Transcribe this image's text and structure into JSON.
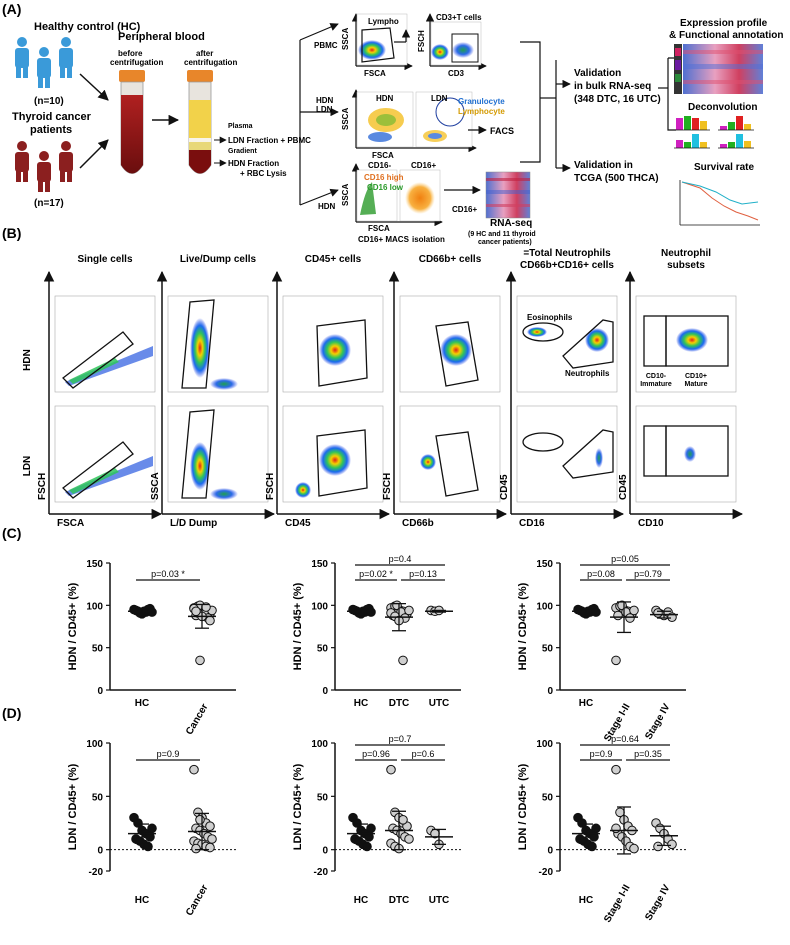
{
  "panel_labels": {
    "a": "(A)",
    "b": "(B)",
    "c": "(C)",
    "d": "(D)"
  },
  "panel_a": {
    "hc_label": "Healthy control (HC)",
    "hc_n": "(n=10)",
    "tc_label_line1": "Thyroid cancer",
    "tc_label_line2": "patients",
    "tc_n": "(n=17)",
    "blood_title": "Peripheral blood",
    "before": "before centrifugation",
    "before_l1": "before",
    "before_l2": "centrifugation",
    "after_l1": "after",
    "after_l2": "centrifugation",
    "plasma": "Plasma",
    "ldn_fraction": "LDN Fraction + PBMC",
    "gradient": "Gradient",
    "hdn_fraction_l1": "HDN Fraction",
    "hdn_fraction_l2": "+ RBC Lysis",
    "pbmc": "PBMC",
    "lympho": "Lympho",
    "cd3t": "CD3+T cells",
    "ssca": "SSCA",
    "fsca": "FSCA",
    "fsch": "FSCH",
    "cd3": "CD3",
    "hdn": "HDN",
    "ldn": "LDN",
    "granulocyte": "Granulocyte",
    "lymphocyte": "Lymphocyte",
    "facs": "FACS",
    "cd16neg": "CD16-",
    "cd16pos": "CD16+",
    "cd16high": "CD16 high",
    "cd16low": "CD16 low",
    "cd16macs": "CD16+ MACS",
    "isolation": "isolation",
    "rnaseq": "RNA-seq",
    "rnaseq_sub1": "(9 HC and 11 thyroid",
    "rnaseq_sub2": "cancer patients)",
    "val_bulk_l1": "Validation",
    "val_bulk_l2": "in bulk RNA-seq",
    "val_bulk_l3": "(348 DTC, 16 UTC)",
    "val_tcga_l1": "Validation in",
    "val_tcga_l2": "TCGA (500 THCA)",
    "expr_l1": "Expression profile",
    "expr_l2": "& Functional annotation",
    "deconvolution": "Deconvolution",
    "survival": "Survival rate",
    "colors": {
      "hc_person": "#3a9ad9",
      "tc_person": "#8b1f1f",
      "granulocyte": "#1f6fd1",
      "lymphocyte": "#d49a00",
      "cd16high": "#e07020",
      "cd16low": "#2a9a2a"
    }
  },
  "panel_b": {
    "columns": [
      {
        "title_l1": "",
        "title_l2": "Single cells",
        "xlabel": "FSCA",
        "ylabel": "FSCH"
      },
      {
        "title_l1": "",
        "title_l2": "Live/Dump cells",
        "xlabel": "L/D Dump",
        "ylabel": "SSCA"
      },
      {
        "title_l1": "",
        "title_l2": "CD45+ cells",
        "xlabel": "CD45",
        "ylabel": "FSCH"
      },
      {
        "title_l1": "",
        "title_l2": "CD66b+ cells",
        "xlabel": "CD66b",
        "ylabel": "FSCH"
      },
      {
        "title_l1": "=Total Neutrophils",
        "title_l2": "CD66b+CD16+ cells",
        "xlabel": "CD16",
        "ylabel": "CD45"
      },
      {
        "title_l1": "Neutrophil",
        "title_l2": "subsets",
        "xlabel": "CD10",
        "ylabel": "CD45"
      }
    ],
    "row_labels": [
      "HDN",
      "LDN"
    ],
    "eosinophils": "Eosinophils",
    "neutrophils": "Neutrophils",
    "cd10_immature_l1": "CD10-",
    "cd10_immature_l2": "Immature",
    "cd10_mature_l1": "CD10+",
    "cd10_mature_l2": "Mature"
  },
  "chart_data": [
    {
      "type": "scatter",
      "panel": "C1",
      "ylabel": "HDN / CD45+ (%)",
      "ylim": [
        0,
        150
      ],
      "yticks": [
        "0",
        "50",
        "100",
        "150"
      ],
      "categories": [
        "HC",
        "Cancer"
      ],
      "series": [
        {
          "values": [
            95,
            93,
            90,
            92,
            96,
            94,
            91,
            93,
            95,
            92
          ]
        },
        {
          "values": [
            97,
            99,
            95,
            93,
            90,
            88,
            100,
            92,
            85,
            94,
            96,
            91,
            87,
            98,
            82,
            93,
            35
          ]
        }
      ],
      "means": [
        93,
        87
      ],
      "sd": [
        3,
        14
      ],
      "brackets": [
        {
          "from": 0,
          "to": 1,
          "label": "p=0.03 *"
        }
      ]
    },
    {
      "type": "scatter",
      "panel": "C2",
      "ylabel": "HDN / CD45+ (%)",
      "ylim": [
        0,
        150
      ],
      "yticks": [
        "0",
        "50",
        "100",
        "150"
      ],
      "categories": [
        "HC",
        "DTC",
        "UTC"
      ],
      "series": [
        {
          "values": [
            95,
            93,
            90,
            92,
            96,
            94,
            91,
            93,
            95,
            92
          ]
        },
        {
          "values": [
            97,
            99,
            95,
            93,
            90,
            88,
            100,
            92,
            85,
            94,
            91,
            87,
            82,
            35
          ]
        },
        {
          "values": [
            94,
            93,
            94
          ]
        }
      ],
      "means": [
        93,
        86,
        93
      ],
      "sd": [
        3,
        16,
        1
      ],
      "brackets": [
        {
          "from": 0,
          "to": 2,
          "label": "p=0.4"
        },
        {
          "from": 0,
          "to": 1,
          "label": "p=0.02 *"
        },
        {
          "from": 1,
          "to": 2,
          "label": "p=0.13"
        }
      ]
    },
    {
      "type": "scatter",
      "panel": "C3",
      "ylabel": "HDN / CD45+ (%)",
      "ylim": [
        0,
        150
      ],
      "yticks": [
        "0",
        "50",
        "100",
        "150"
      ],
      "categories": [
        "HC",
        "Stage I-II",
        "Stage IV"
      ],
      "series": [
        {
          "values": [
            95,
            93,
            90,
            92,
            96,
            94,
            91,
            93,
            95,
            92
          ]
        },
        {
          "values": [
            97,
            99,
            95,
            93,
            90,
            88,
            100,
            92,
            85,
            94,
            35
          ]
        },
        {
          "values": [
            94,
            90,
            88,
            92,
            86,
            91
          ]
        }
      ],
      "means": [
        93,
        86,
        89
      ],
      "sd": [
        3,
        18,
        4
      ],
      "brackets": [
        {
          "from": 0,
          "to": 2,
          "label": "p=0.05"
        },
        {
          "from": 0,
          "to": 1,
          "label": "p=0.08"
        },
        {
          "from": 1,
          "to": 2,
          "label": "p=0.79"
        }
      ]
    },
    {
      "type": "scatter",
      "panel": "D1",
      "ylabel": "LDN / CD45+ (%)",
      "ylim": [
        -20,
        100
      ],
      "yticks": [
        "-20",
        "0",
        "50",
        "100"
      ],
      "categories": [
        "HC",
        "Cancer"
      ],
      "series": [
        {
          "values": [
            30,
            25,
            18,
            15,
            12,
            10,
            8,
            5,
            3,
            20
          ]
        },
        {
          "values": [
            75,
            35,
            30,
            25,
            22,
            20,
            18,
            15,
            12,
            10,
            8,
            6,
            5,
            3,
            2,
            1,
            28
          ]
        }
      ],
      "means": [
        15,
        17
      ],
      "sd": [
        9,
        17
      ],
      "brackets": [
        {
          "from": 0,
          "to": 1,
          "label": "p=0.9"
        }
      ]
    },
    {
      "type": "scatter",
      "panel": "D2",
      "ylabel": "LDN / CD45+ (%)",
      "ylim": [
        -20,
        100
      ],
      "yticks": [
        "-20",
        "0",
        "50",
        "100"
      ],
      "categories": [
        "HC",
        "DTC",
        "UTC"
      ],
      "series": [
        {
          "values": [
            30,
            25,
            18,
            15,
            12,
            10,
            8,
            5,
            3,
            20
          ]
        },
        {
          "values": [
            75,
            35,
            30,
            25,
            22,
            20,
            18,
            15,
            12,
            10,
            6,
            3,
            1,
            28
          ]
        },
        {
          "values": [
            18,
            15,
            5
          ]
        }
      ],
      "means": [
        15,
        18,
        12
      ],
      "sd": [
        9,
        18,
        7
      ],
      "brackets": [
        {
          "from": 0,
          "to": 2,
          "label": "p=0.7"
        },
        {
          "from": 0,
          "to": 1,
          "label": "p=0.96"
        },
        {
          "from": 1,
          "to": 2,
          "label": "p=0.6"
        }
      ]
    },
    {
      "type": "scatter",
      "panel": "D3",
      "ylabel": "LDN / CD45+ (%)",
      "ylim": [
        -20,
        100
      ],
      "yticks": [
        "-20",
        "0",
        "50",
        "100"
      ],
      "categories": [
        "HC",
        "Stage I-II",
        "Stage IV"
      ],
      "series": [
        {
          "values": [
            30,
            25,
            18,
            15,
            12,
            10,
            8,
            5,
            3,
            20
          ]
        },
        {
          "values": [
            75,
            35,
            28,
            22,
            18,
            15,
            12,
            8,
            3,
            1,
            20
          ]
        },
        {
          "values": [
            25,
            20,
            15,
            10,
            5,
            3
          ]
        }
      ],
      "means": [
        15,
        18,
        13
      ],
      "sd": [
        9,
        22,
        9
      ],
      "brackets": [
        {
          "from": 0,
          "to": 2,
          "label": "p=0.64"
        },
        {
          "from": 0,
          "to": 1,
          "label": "p=0.9"
        },
        {
          "from": 1,
          "to": 2,
          "label": "p=0.35"
        }
      ]
    }
  ]
}
